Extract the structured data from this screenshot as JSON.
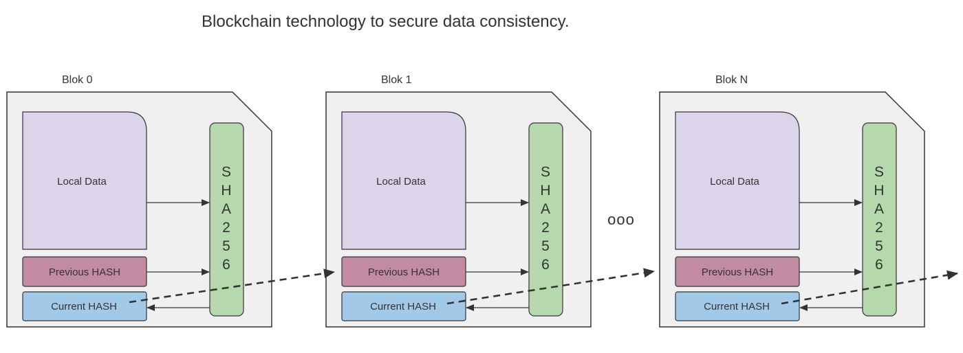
{
  "title": "Blockchain technology to secure data consistency.",
  "ellipsis": "ooo",
  "colors": {
    "block_fill": "#f0f0f0",
    "block_stroke": "#333333",
    "local_data_fill": "#dcd4ea",
    "previous_hash_fill": "#c38aa3",
    "current_hash_fill": "#a3c9e8",
    "sha_fill": "#b6d8ad",
    "arrow": "#333333"
  },
  "blocks": [
    {
      "label": "Blok 0",
      "local_data": "Local Data",
      "previous_hash": "Previous HASH",
      "current_hash": "Current HASH",
      "sha": [
        "S",
        "H",
        "A",
        "2",
        "5",
        "6"
      ]
    },
    {
      "label": "Blok 1",
      "local_data": "Local Data",
      "previous_hash": "Previous HASH",
      "current_hash": "Current HASH",
      "sha": [
        "S",
        "H",
        "A",
        "2",
        "5",
        "6"
      ]
    },
    {
      "label": "Blok N",
      "local_data": "Local Data",
      "previous_hash": "Previous HASH",
      "current_hash": "Current HASH",
      "sha": [
        "S",
        "H",
        "A",
        "2",
        "5",
        "6"
      ]
    }
  ]
}
